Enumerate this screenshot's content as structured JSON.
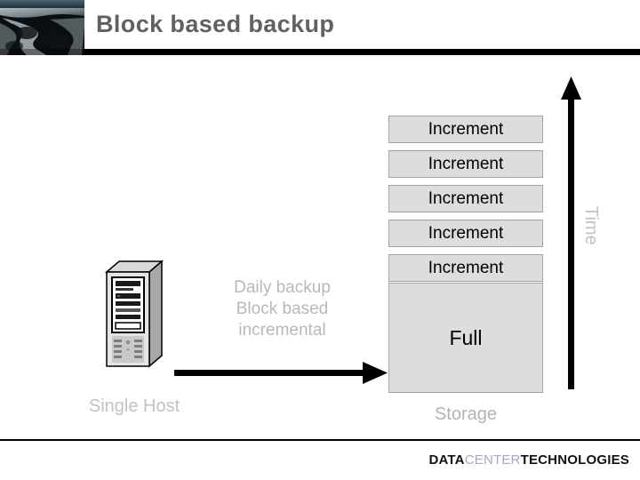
{
  "slide": {
    "title": "Block based backup",
    "title_color": "#616161",
    "background": "#ffffff"
  },
  "header": {
    "photo_alt": "aerial-river-delta-photo",
    "bar_color": "#000000"
  },
  "diagram": {
    "increments": [
      {
        "label": "Increment"
      },
      {
        "label": "Increment"
      },
      {
        "label": "Increment"
      },
      {
        "label": "Increment"
      },
      {
        "label": "Increment"
      }
    ],
    "full_block": {
      "label": "Full"
    },
    "storage_label": "Storage",
    "single_host_label": "Single Host",
    "center_text_lines": [
      "Daily backup",
      "Block based",
      "incremental"
    ],
    "time_axis_label": "Time",
    "box_fill": "#dddddd",
    "box_border": "#a3a3a3",
    "muted_text_color": "#b8b8b8",
    "arrow_color": "#000000"
  },
  "footer": {
    "logo_part1": "DATA",
    "logo_part2": "CENTER",
    "logo_part3": "TECHNOLOGIES",
    "rule_color": "#000000"
  }
}
